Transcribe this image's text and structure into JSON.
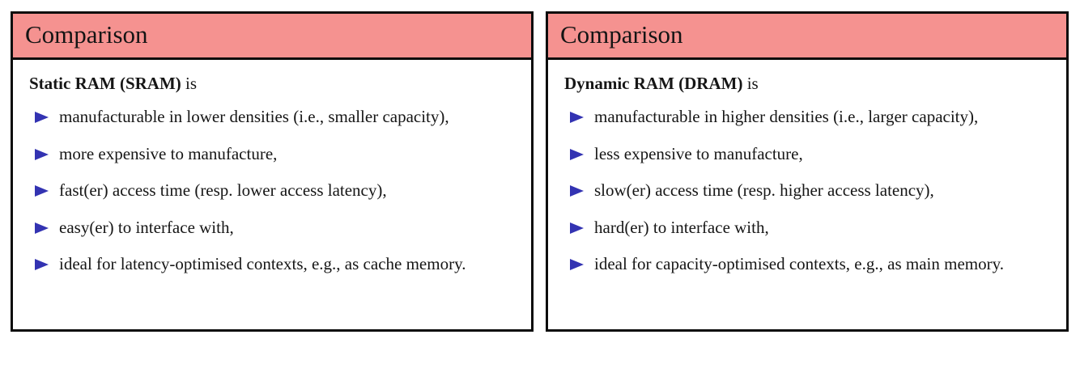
{
  "colors": {
    "header_bg": "#F59290",
    "border": "#0c0c0c",
    "bullet_triangle": "#3333B2",
    "text": "#161616"
  },
  "cards": [
    {
      "title": "Comparison",
      "intro_bold": "Static RAM (SRAM)",
      "intro_rest": " is",
      "bullets": [
        "manufacturable in lower densities (i.e., smaller capacity),",
        "more expensive to manufacture,",
        "fast(er) access time (resp. lower access latency),",
        "easy(er) to interface with,",
        "ideal for latency-optimised contexts, e.g., as cache memory."
      ]
    },
    {
      "title": "Comparison",
      "intro_bold": "Dynamic RAM (DRAM)",
      "intro_rest": " is",
      "bullets": [
        "manufacturable in higher densities (i.e., larger capacity),",
        "less expensive to manufacture,",
        "slow(er) access time (resp. higher access latency),",
        "hard(er) to interface with,",
        "ideal for capacity-optimised contexts, e.g., as main memory."
      ]
    }
  ]
}
